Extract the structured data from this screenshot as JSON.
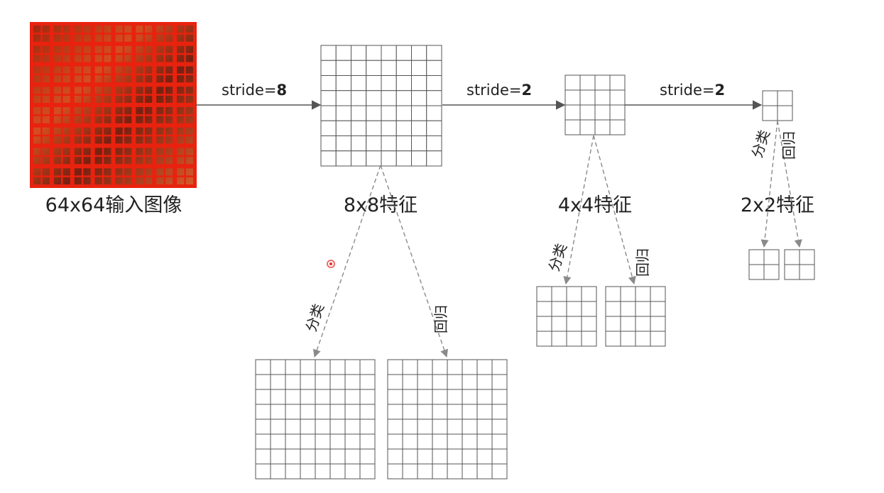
{
  "input_label": "64x64输入图像",
  "stride_text": "stride=",
  "strides": [
    "8",
    "2",
    "2"
  ],
  "feature_labels": [
    "8x8特征",
    "4x4特征",
    "2x2特征"
  ],
  "branch_labels": {
    "classify": "分类",
    "regress": "回归"
  },
  "grid_sizes": [
    8,
    4,
    2
  ],
  "colors": {
    "grid_line": "#555555",
    "arrow": "#555555",
    "dashed_arrow": "#8a8a8a",
    "input_overlay": "#e8230f",
    "pointer_dot": "#e0302a"
  }
}
